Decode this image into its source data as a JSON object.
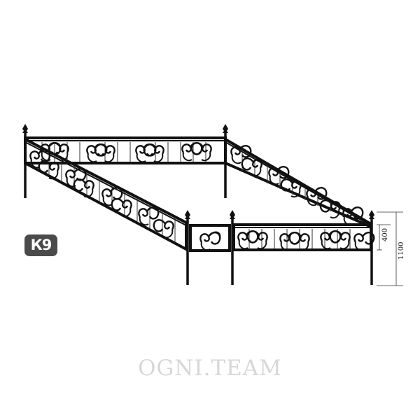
{
  "badge": {
    "label": "К9"
  },
  "watermark": {
    "text": "OGNI.TEAM"
  },
  "dimensions": {
    "panel_height": "400",
    "total_height": "1100"
  }
}
